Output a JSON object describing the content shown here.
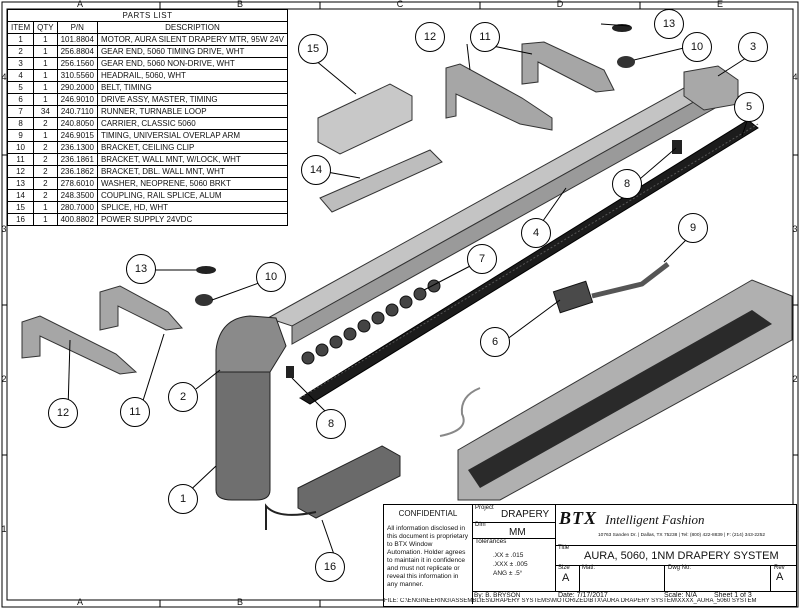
{
  "zones": {
    "columns": [
      "A",
      "B",
      "C",
      "D",
      "E"
    ],
    "rows": [
      "4",
      "3",
      "2",
      "1"
    ]
  },
  "parts_list": {
    "title": "PARTS LIST",
    "headers": [
      "ITEM",
      "QTY",
      "P/N",
      "DESCRIPTION"
    ],
    "rows": [
      [
        "1",
        "1",
        "101.8804",
        "MOTOR, AURA SILENT DRAPERY MTR, 95W 24V"
      ],
      [
        "2",
        "1",
        "256.8804",
        "GEAR END, 5060 TIMING DRIVE, WHT"
      ],
      [
        "3",
        "1",
        "256.1560",
        "GEAR END, 5060 NON-DRIVE, WHT"
      ],
      [
        "4",
        "1",
        "310.5560",
        "HEADRAIL, 5060, WHT"
      ],
      [
        "5",
        "1",
        "290.2000",
        "BELT, TIMING"
      ],
      [
        "6",
        "1",
        "246.9010",
        "DRIVE ASSY, MASTER, TIMING"
      ],
      [
        "7",
        "34",
        "240.7110",
        "RUNNER, TURNABLE LOOP"
      ],
      [
        "8",
        "2",
        "240.8050",
        "CARRIER, CLASSIC 5060"
      ],
      [
        "9",
        "1",
        "246.9015",
        "TIMING, UNIVERSIAL OVERLAP ARM"
      ],
      [
        "10",
        "2",
        "236.1300",
        "BRACKET, CEILING CLIP"
      ],
      [
        "11",
        "2",
        "236.1861",
        "BRACKET, WALL MNT, W/LOCK, WHT"
      ],
      [
        "12",
        "2",
        "236.1862",
        "BRACKET, DBL. WALL MNT, WHT"
      ],
      [
        "13",
        "2",
        "278.6010",
        "WASHER, NEOPRENE, 5060 BRKT"
      ],
      [
        "14",
        "2",
        "248.3500",
        "COUPLING, RAIL SPLICE, ALUM"
      ],
      [
        "15",
        "1",
        "280.7000",
        "SPLICE, HD, WHT"
      ],
      [
        "16",
        "1",
        "400.8802",
        "POWER SUPPLY 24VDC"
      ]
    ]
  },
  "callouts": [
    "1",
    "2",
    "3",
    "4",
    "5",
    "6",
    "7",
    "8",
    "8",
    "9",
    "10",
    "10",
    "11",
    "11",
    "12",
    "12",
    "13",
    "13",
    "14",
    "15",
    "16"
  ],
  "title_block": {
    "confidential_title": "CONFIDENTIAL",
    "confidential_text": "All information disclosed in this document is proprietary to BTX Window Automation. Holder agrees to maintain it in confidence and must not replicate or reveal this information in any manner.",
    "project_label": "Project",
    "project_value": "DRAPERY",
    "dim_label": "Dim",
    "dim_value": "MM",
    "tolerances_label": "Tolerances",
    "tol_1": ".XX ± .015",
    "tol_2": ".XXX ± .005",
    "tol_3": "ANG ± .5°",
    "by": "By: B. BRYSON",
    "date": "Date:  7/17/2017",
    "scale": "Scale:  N/A",
    "sheet": "Sheet   1 of 3",
    "brand_btx": "BTX",
    "brand_tagline": "Intelligent Fashion",
    "address": "10763 Sanden Dr. | Dallas, TX 75238 | Tel: (800) 422-8839 | F: (214) 343-2252",
    "title_label": "Title",
    "title_value": "AURA, 5060, 1NM DRAPERY SYSTEM",
    "size_label": "Size",
    "size_value": "A",
    "matl_label": "Matl:",
    "dwg_label": "Dwg No:",
    "rev_label": "Rev",
    "rev_value": "A",
    "file_path": "FILE: C:\\ENGINEERING\\ASSEMBLIES\\DRAPERY SYSTEMS\\MOTORIZED\\BTX\\AURA DRAPERY SYSTEM\\XXXX_AURA_5060 SYSTEM"
  },
  "colors": {
    "rail": "#b9b9b9",
    "rail_dark": "#7d7d7d",
    "motor": "#6e6e6e",
    "belt": "#1a1a1a"
  }
}
